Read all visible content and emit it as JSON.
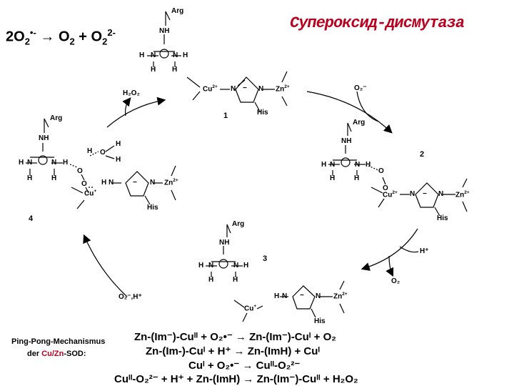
{
  "top_equation": {
    "lhs": "2O",
    "lhs_sub": "2",
    "lhs_sup": "•-",
    "arrow": "→",
    "p1": "O",
    "p1_sub": "2",
    "plus": "+",
    "p2": "O",
    "p2_sub": "2",
    "p2_sup": "2-"
  },
  "title": "Супероксид-дисмутаза",
  "labels": {
    "arg": "Arg",
    "his": "His",
    "nh": "NH",
    "n": "N",
    "h": "H",
    "o": "O",
    "plus_sign": "+",
    "minus": "−",
    "cu2": "Cu",
    "cu2_sup": "2+",
    "zn2": "Zn",
    "zn2_sup": "2+",
    "cu1": "Cu",
    "cu1_sup": "+",
    "h2o2": "H₂O₂",
    "o2m": "O₂⁻",
    "hplus": "H⁺",
    "o2": "O₂",
    "o2m_h": "O₂⁻,H⁺",
    "step1": "1",
    "step2": "2",
    "step3": "3",
    "step4": "4"
  },
  "caption": {
    "line1": "Ping-Pong-Mechanismus",
    "line2_prefix": "der ",
    "line2_accent": "Cu/Zn",
    "line2_suffix": "-SOD:"
  },
  "equations": [
    "Zn-(Im⁻)-Cuᴵᴵ + O₂•⁻ → Zn-(Im⁻)-Cuᴵ + O₂",
    "Zn-(Im-)-Cuᴵ + H⁺ → Zn-(ImH) + Cuᴵ",
    "Cuᴵ + O₂•⁻ → Cuᴵᴵ-O₂²⁻",
    "Cuᴵᴵ-O₂²⁻ + H⁺ + Zn-(ImH) → Zn-(Im⁻)-Cuᴵᴵ + H₂O₂"
  ]
}
